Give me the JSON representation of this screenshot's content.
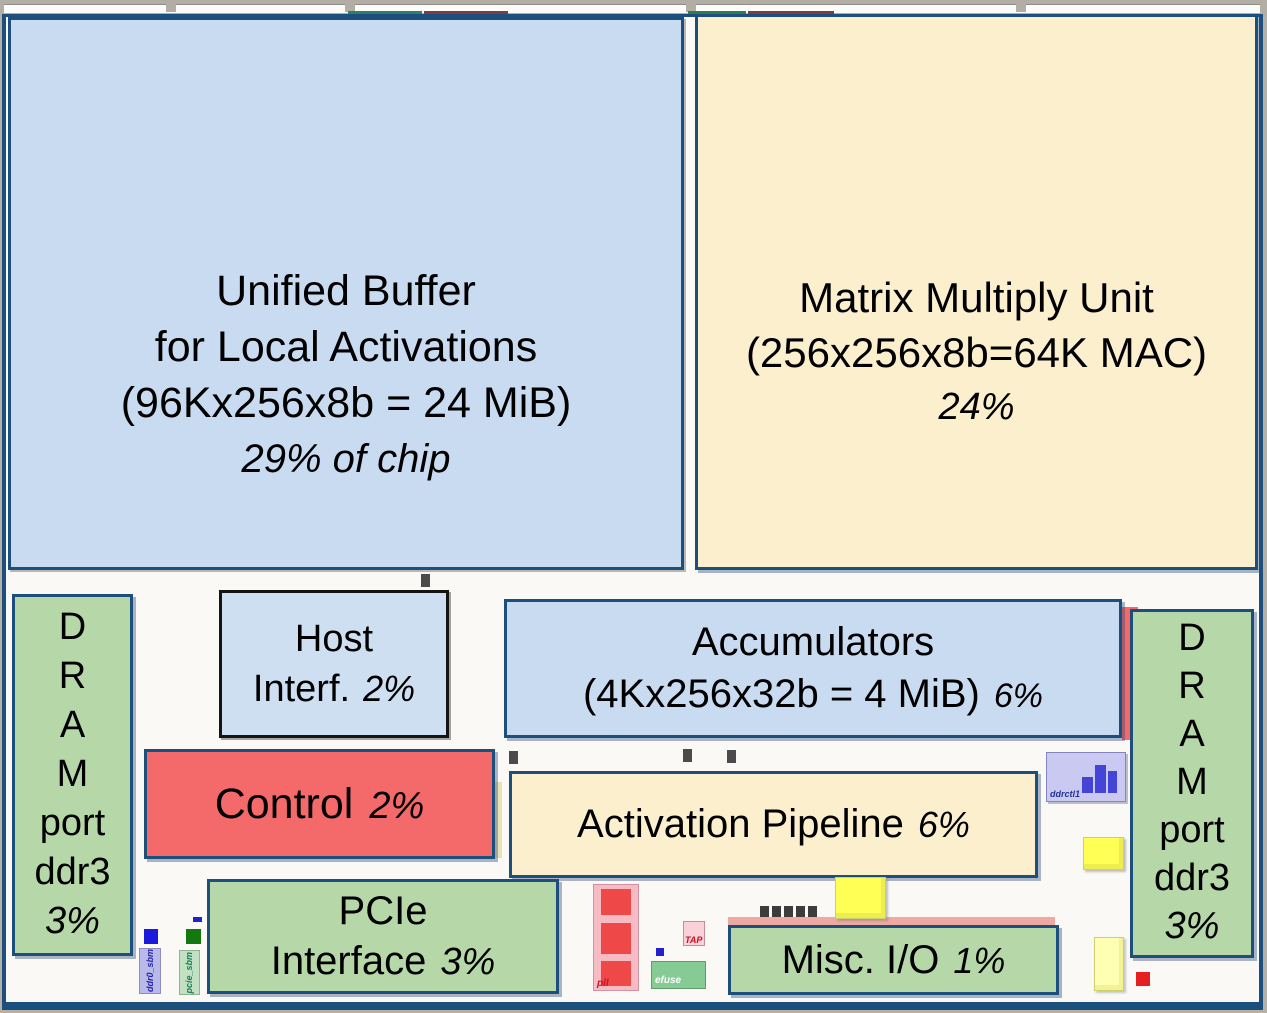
{
  "blocks": {
    "unified_buffer": {
      "line1": "Unified Buffer",
      "line2": "for Local Activations",
      "line3": "(96Kx256x8b = 24 MiB)",
      "pct": "29% of chip"
    },
    "matrix_multiply": {
      "line1": "Matrix Multiply Unit",
      "line2": "(256x256x8b=64K MAC)",
      "pct": "24%"
    },
    "dram_left": {
      "l1": "D",
      "l2": "R",
      "l3": "A",
      "l4": "M",
      "l5": "port",
      "l6": "ddr3",
      "pct": "3%"
    },
    "dram_right": {
      "l1": "D",
      "l2": "R",
      "l3": "A",
      "l4": "M",
      "l5": "port",
      "l6": "ddr3",
      "pct": "3%"
    },
    "host_interface": {
      "line1": "Host",
      "line2": "Interf.",
      "pct": "2%"
    },
    "accumulators": {
      "line1": "Accumulators",
      "line2": "(4Kx256x32b = 4 MiB)",
      "pct": "6%"
    },
    "control": {
      "label": "Control",
      "pct": "2%"
    },
    "activation_pipeline": {
      "label": "Activation Pipeline",
      "pct": "6%"
    },
    "pcie_interface": {
      "line1": "PCIe",
      "line2": "Interface",
      "pct": "3%"
    },
    "misc_io": {
      "label": "Misc. I/O",
      "pct": "1%"
    }
  },
  "small_blocks": {
    "ddr0_sbm": "ddr0_sbm",
    "pcie_sbm": "pcie_sbm",
    "pll": "pll",
    "tap": "TAP",
    "efuse": "efuse",
    "ddrctl1": "ddrctl1"
  },
  "colors": {
    "frame_navy": "#1c4f7c",
    "buffer_blue": "#c9dbf0",
    "compute_cream": "#fcefce",
    "io_green": "#b6d7a8",
    "control_red": "#f4696a",
    "note_yellow": "#ffff55"
  }
}
